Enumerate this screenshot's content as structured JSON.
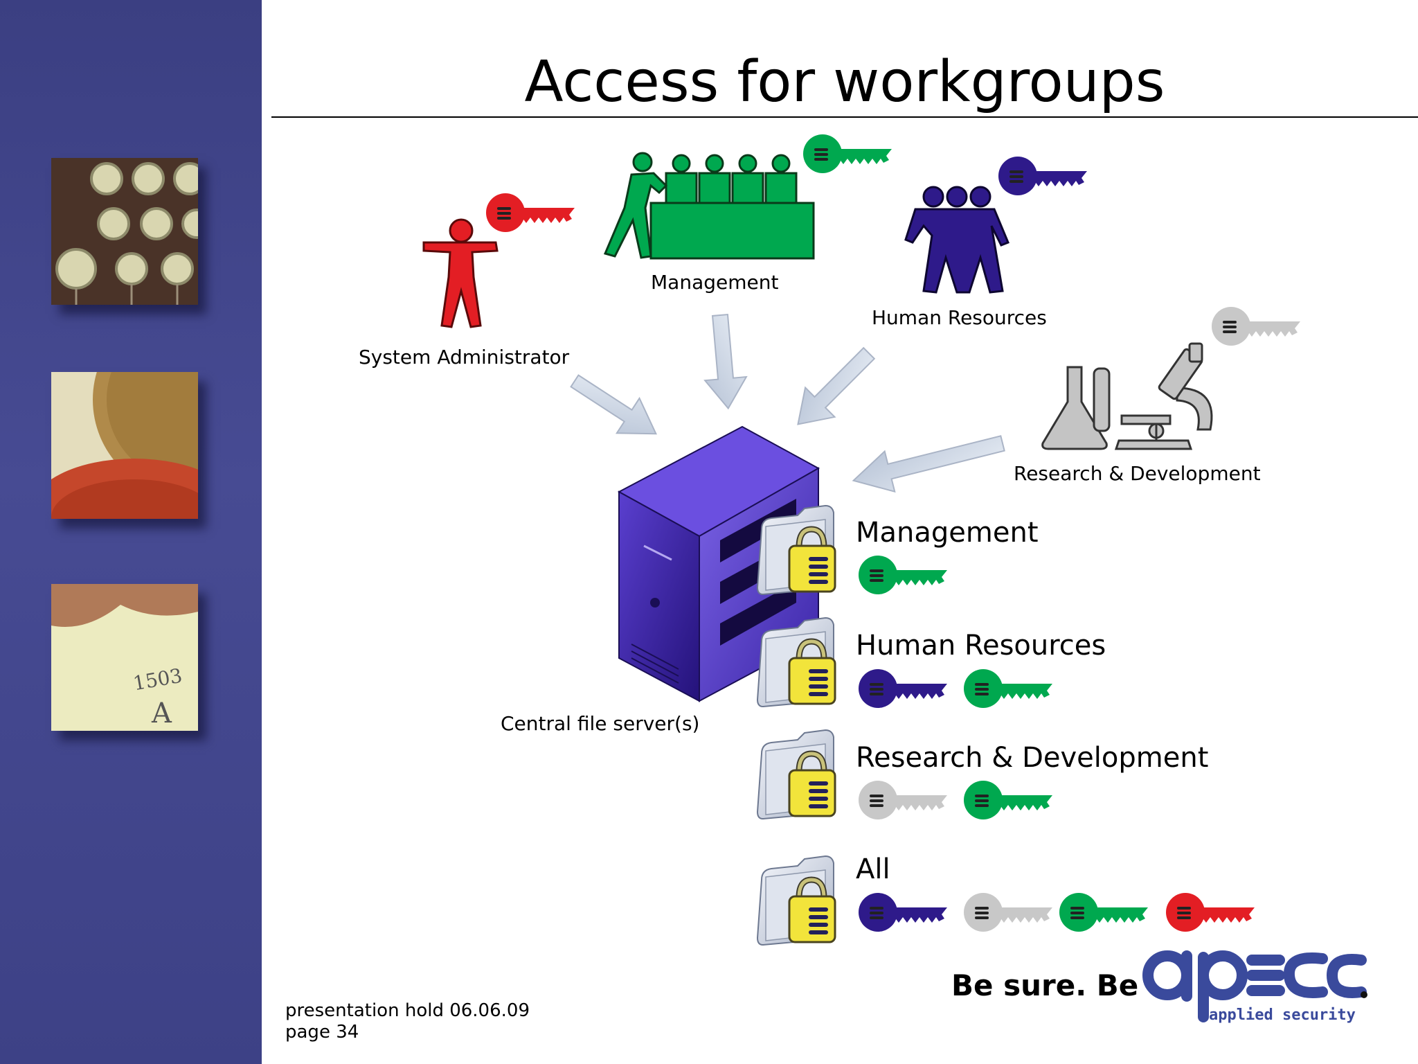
{
  "slide": {
    "title": "Access for workgroups"
  },
  "actors": {
    "sysadmin": "System Administrator",
    "management": "Management",
    "hr": "Human Resources",
    "rnd": "Research & Development"
  },
  "server": {
    "label": "Central file server(s)"
  },
  "folders": [
    {
      "title": "Management",
      "keys": [
        "green"
      ]
    },
    {
      "title": "Human Resources",
      "keys": [
        "blue",
        "green"
      ]
    },
    {
      "title": "Research & Development",
      "keys": [
        "silver",
        "green"
      ]
    },
    {
      "title": "All",
      "keys": [
        "blue",
        "silver",
        "green",
        "red"
      ]
    }
  ],
  "key_colors": {
    "red": "#e31e24",
    "green": "#00a84f",
    "blue": "#2e1a8a",
    "silver": "#c8c8c8"
  },
  "footer": {
    "line1": "presentation hold 06.06.09",
    "line2": "page 34"
  },
  "brand": {
    "tagline": "Be sure. Be",
    "logo_sub": "applied security",
    "logo_color": "#3a4a9c"
  }
}
